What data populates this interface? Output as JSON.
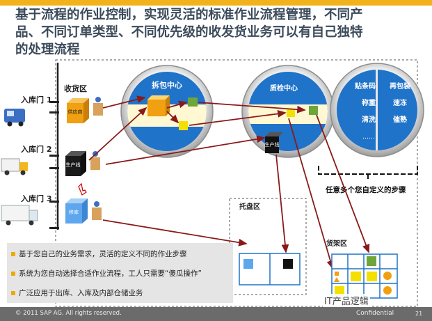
{
  "title": {
    "line1": "基于流程的作业控制，实现灵活的标准作业流程管理，不同产",
    "line2": "品、不同订单类型、不同优先级的收发货业务可以有自己独特",
    "line3": "的处理流程"
  },
  "gates": [
    "入库门 1",
    "入库门 2",
    "入库门 3"
  ],
  "receiving_area": "收货区",
  "receiving_boxes": [
    "供应商",
    "生产线",
    "移库"
  ],
  "unpack_center": "拆包中心",
  "qc_center": "质检中心",
  "qc_box": "生产线",
  "steps_col1": [
    "贴条码",
    "称重",
    "清洗",
    "……"
  ],
  "steps_col2": [
    "再包装",
    "速冻",
    "催熟"
  ],
  "custom_steps": "任意多个您自定义的步骤",
  "pallet_area": "托盘区",
  "shelf_area": "货架区",
  "bullets": [
    "基于您自己的业务需求，灵活的定义不同的作业步骤",
    "系统为您自动选择合适作业流程，工人只需要“傻瓜操作”",
    "广泛应用于出库、入库及内部仓储业务"
  ],
  "footer": {
    "copyright": "© 2011 SAP AG. All rights reserved.",
    "confidential": "Confidential",
    "page": "21"
  },
  "watermark": "IT产品逻辑"
}
